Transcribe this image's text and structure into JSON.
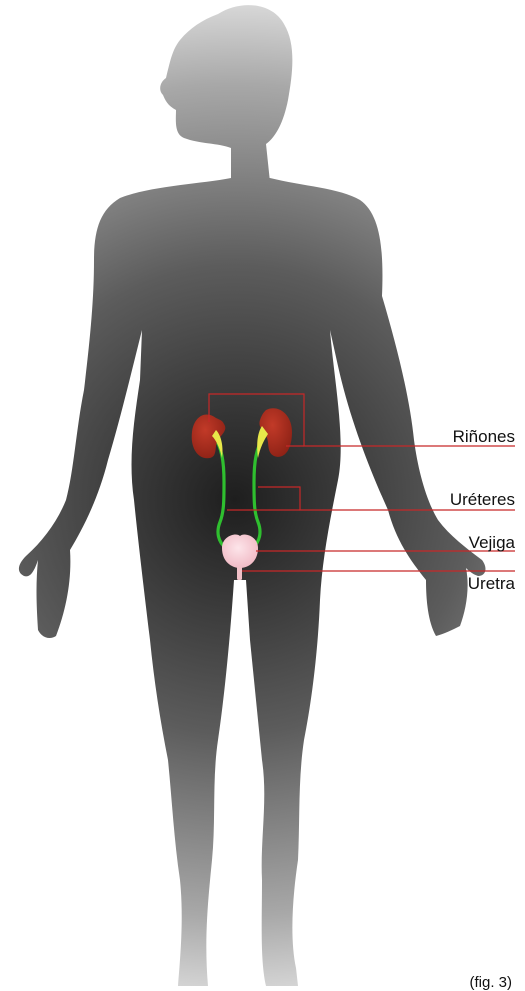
{
  "labels": {
    "kidneys": "Riñones",
    "ureters": "Uréteres",
    "bladder": "Vejiga",
    "urethra": "Uretra"
  },
  "caption": "(fig. 3)",
  "colors": {
    "body_dark": "#1e1e1e",
    "body_mid": "#6a6a6a",
    "body_light": "#e2e2e2",
    "kidney": "#a82d1e",
    "ureter": "#2fbf2f",
    "renal_pelvis": "#e8e84a",
    "bladder": "#f4c6cf",
    "leader_line": "#c62828"
  }
}
